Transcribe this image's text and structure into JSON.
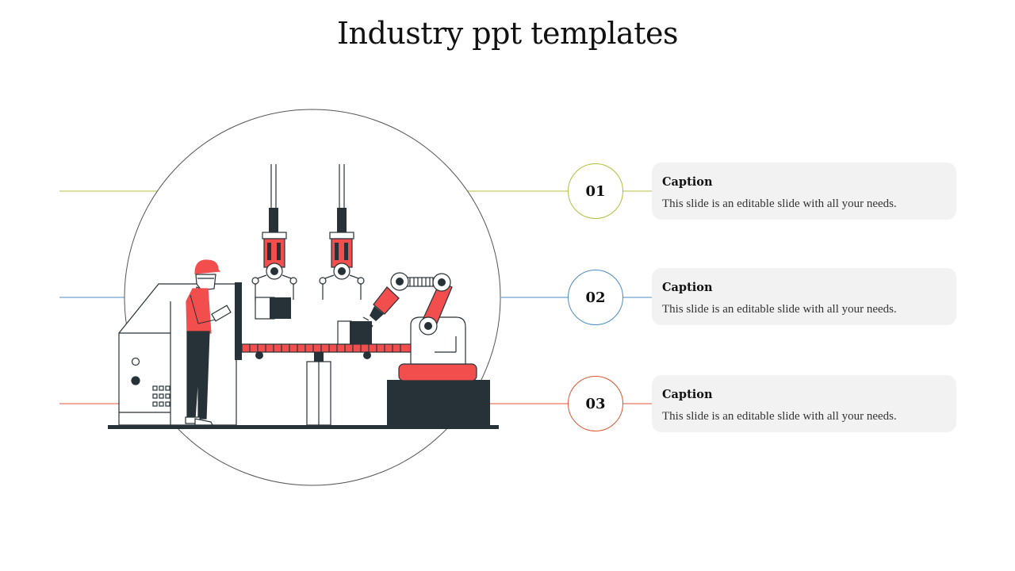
{
  "slide": {
    "title": "Industry ppt templates"
  },
  "steps": [
    {
      "number": "01",
      "caption": "Caption",
      "text": "This slide is an editable slide with all your needs.",
      "color": "#b5bd3c"
    },
    {
      "number": "02",
      "caption": "Caption",
      "text": "This slide is an editable slide with all your needs.",
      "color": "#4a8cc4"
    },
    {
      "number": "03",
      "caption": "Caption",
      "text": "This slide is an editable slide with all your needs.",
      "color": "#e0542f"
    }
  ],
  "colors": {
    "accent_red": "#f24e4e",
    "dark": "#263238",
    "caption_bg": "#f2f2f2"
  },
  "illustration": "factory-worker-robot-arm-conveyor"
}
